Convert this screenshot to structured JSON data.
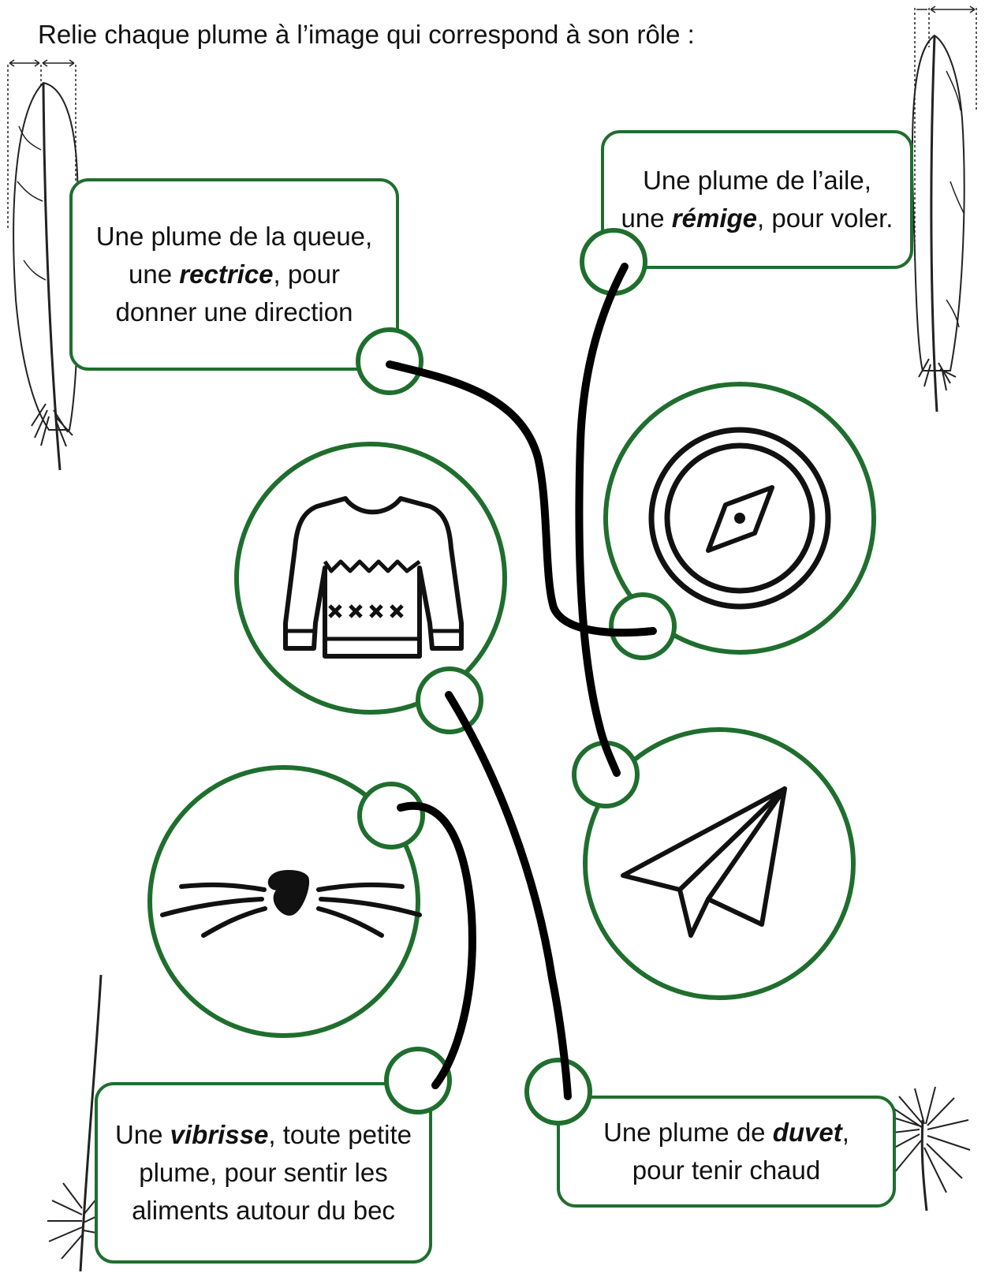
{
  "instruction": "Relie chaque plume à l’image qui correspond à son rôle :",
  "cards": {
    "rectrice": {
      "before": "Une plume de la queue, une ",
      "term": "rectrice",
      "after": ", pour donner une direction"
    },
    "remige": {
      "before": "Une plume de l’aile, une ",
      "term": "rémige",
      "after": ", pour voler."
    },
    "vibrisse": {
      "before": "Une ",
      "term": "vibrisse",
      "after": ", toute petite plume, pour sentir les aliments autour du bec"
    },
    "duvet": {
      "before": "Une plume de ",
      "term": "duvet",
      "after": ", pour tenir chaud"
    }
  },
  "pictures": [
    "sweater-icon",
    "compass-icon",
    "paper-plane-icon",
    "whiskers-nose-icon"
  ],
  "feathers": [
    "tail-feather",
    "wing-feather",
    "bristle-feather",
    "down-feather"
  ],
  "connections": [
    {
      "from": "rectrice",
      "to": "compass-icon"
    },
    {
      "from": "remige",
      "to": "paper-plane-icon"
    },
    {
      "from": "duvet",
      "to": "sweater-icon"
    },
    {
      "from": "vibrisse",
      "to": "whiskers-nose-icon"
    }
  ],
  "colors": {
    "accent": "#1f6e2e",
    "ink": "#111111",
    "line": "#000000"
  }
}
